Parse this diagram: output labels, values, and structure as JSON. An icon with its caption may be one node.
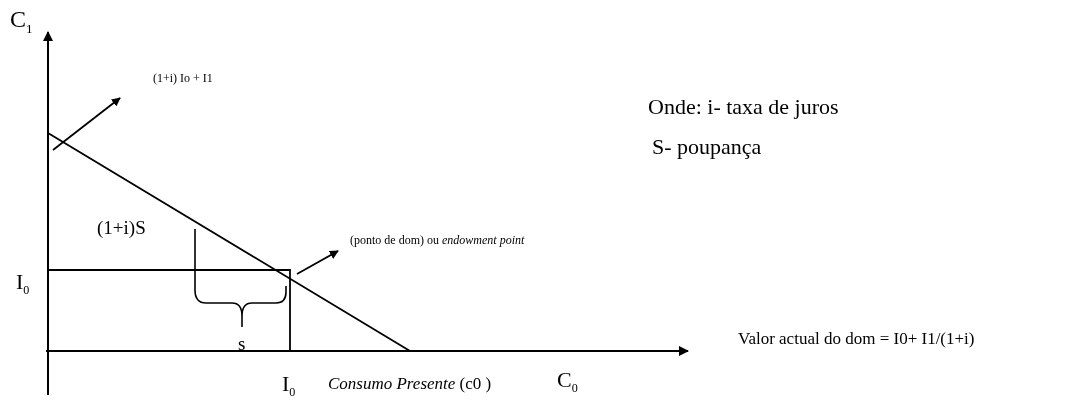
{
  "diagram": {
    "nodes": [
      {
        "text": [
          "(1+i) Io + I1"
        ]
      },
      {
        "text": [
          "(ponto de dom)  ou *endowment point*"
        ]
      }
    ],
    "edges": [
      {
        "from": null,
        "to": 0,
        "arrow": "to"
      },
      {
        "from": null,
        "to": 1,
        "arrow": "to"
      }
    ],
    "labels": [
      "C$_{1}$",
      "Onde: i- taxa de juros",
      "S- poupança",
      "(1+i)S",
      "I$_{0}$",
      "s",
      "Valor actual do dom = I0+ I1/(1+i)",
      "I$_{0}$",
      "*Consumo Presente* (c0 )",
      "C$_{0}$"
    ]
  }
}
